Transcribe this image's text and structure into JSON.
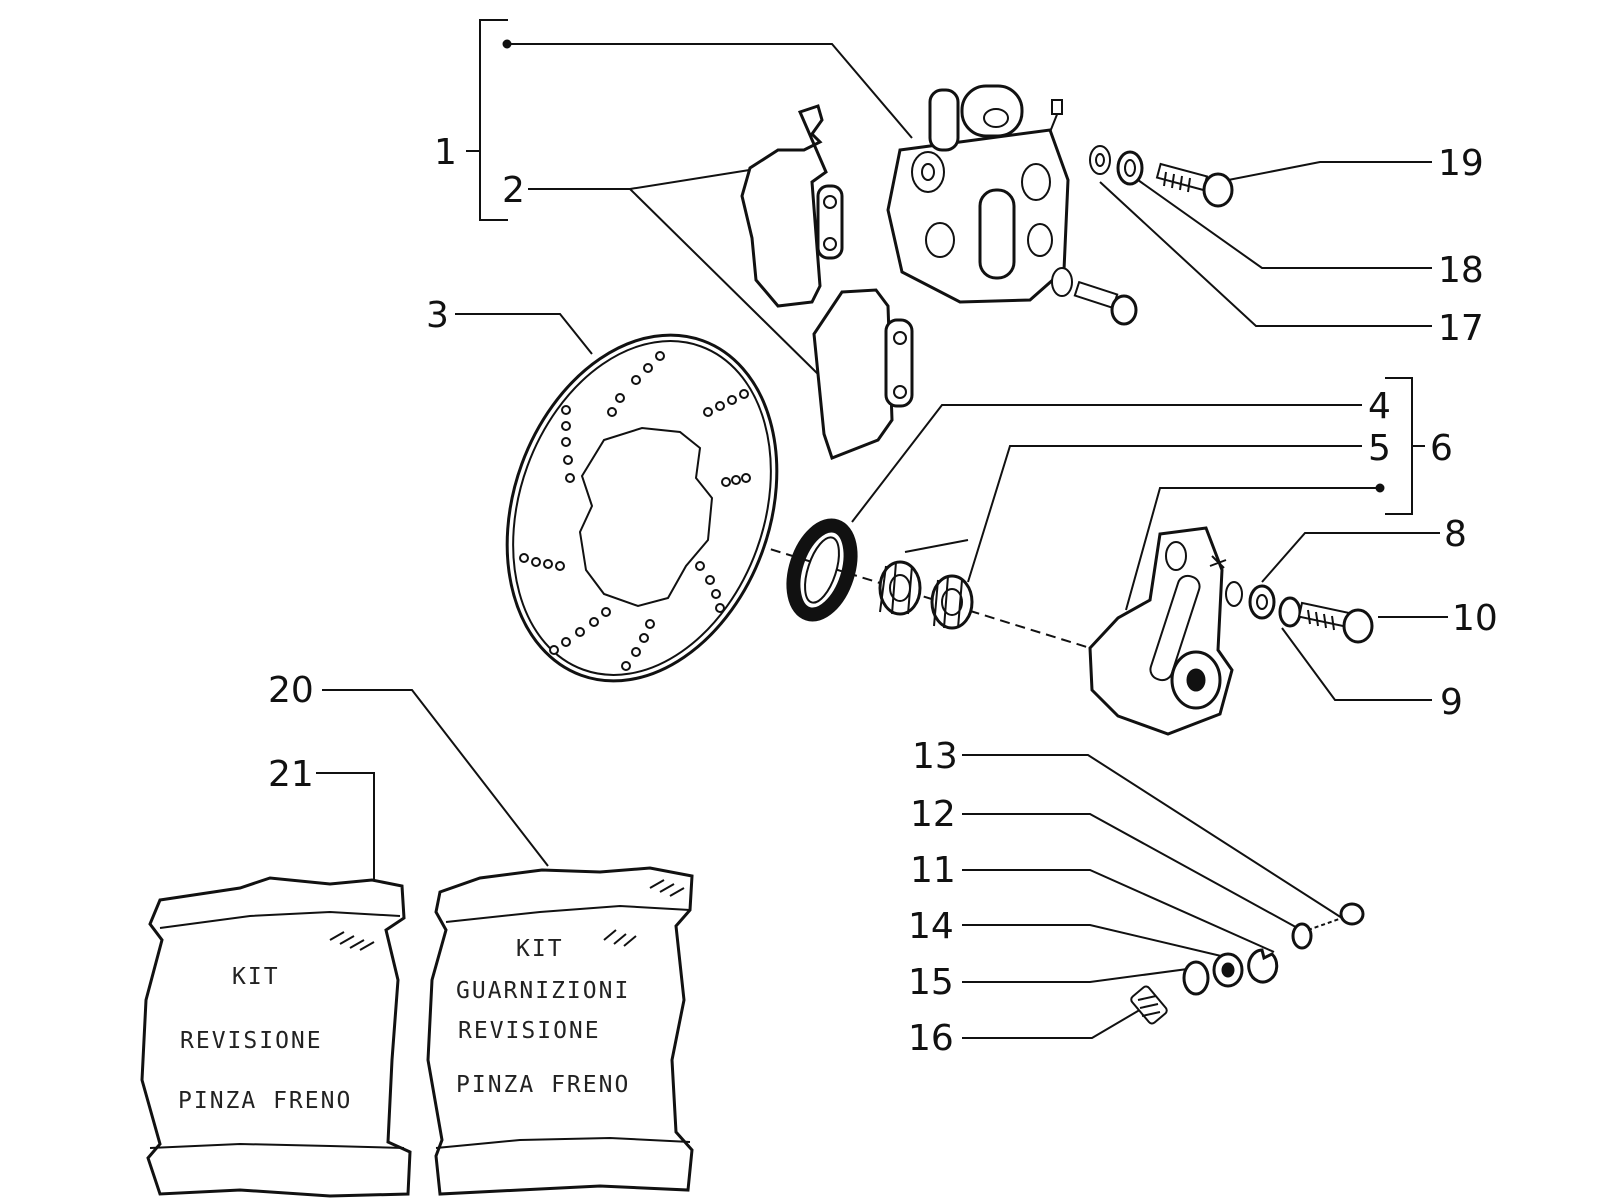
{
  "callouts": {
    "c1": "1",
    "c2": "2",
    "c3": "3",
    "c4": "4",
    "c5": "5",
    "c6": "6",
    "c8": "8",
    "c9": "9",
    "c10": "10",
    "c11": "11",
    "c12": "12",
    "c13": "13",
    "c14": "14",
    "c15": "15",
    "c16": "16",
    "c17": "17",
    "c18": "18",
    "c19": "19",
    "c20": "20",
    "c21": "21"
  },
  "kits": {
    "kit_21": {
      "line1": "KIT",
      "line2": "REVISIONE",
      "line3": "PINZA FRENO"
    },
    "kit_20": {
      "line1": "KIT",
      "line2": "GUARNIZIONI",
      "line3": "REVISIONE",
      "line4": "PINZA FRENO"
    }
  },
  "colors": {
    "ink": "#111111",
    "paper": "#ffffff"
  }
}
